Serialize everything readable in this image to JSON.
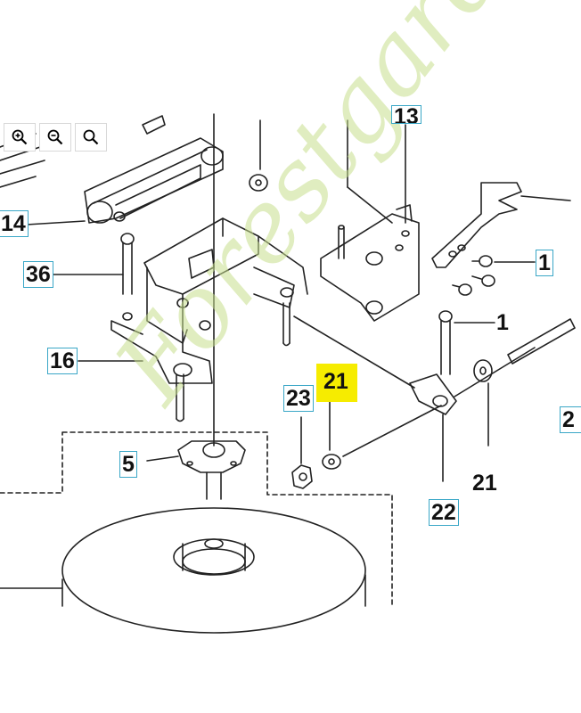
{
  "toolbar": {
    "zoom_in_icon": "zoom-in-icon",
    "zoom_out_icon": "zoom-out-icon",
    "zoom_reset_icon": "search-icon"
  },
  "callouts": {
    "c14": "14",
    "c36": "36",
    "c16": "16",
    "c5": "5",
    "c23": "23",
    "c21_highlight": "21",
    "c22": "22",
    "c1_top": "1",
    "c13_partial": "13",
    "c2_partial": "2"
  },
  "labels": {
    "l1_mid": "1",
    "l21_right": "21"
  },
  "watermark": "Forestgarden.com",
  "colors": {
    "callout_border": "#3aa7c7",
    "highlight": "#f6ec00",
    "line": "#222222",
    "watermark": "#c8df8e"
  }
}
